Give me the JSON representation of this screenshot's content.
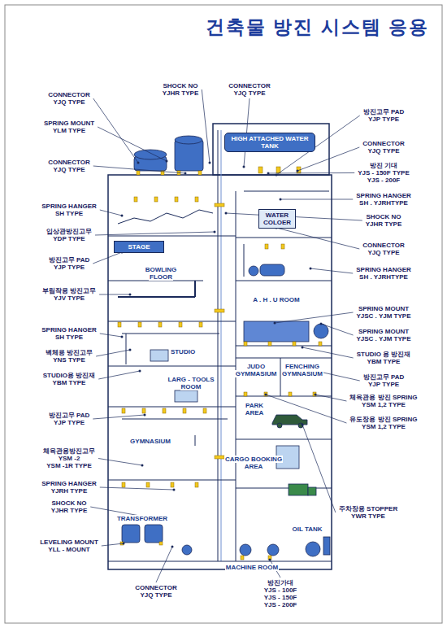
{
  "diagram": {
    "title": "건축물 방진  시스템 응용",
    "nodes": [
      {
        "text": [
          "HIGH ATTACHED WATER TANK"
        ]
      },
      {
        "text": [
          "WATER COLOER"
        ]
      },
      {
        "text": [
          "STAGE"
        ]
      }
    ],
    "labels": [
      "SHOCK NO",
      "YJHR TYPE",
      "CONNECTOR",
      "YJQ TYPE",
      "CONNECTOR",
      "YJQ TYPE",
      "SPRING MOUNT",
      "YLM TYPE",
      "CONNECTOR",
      "YJQ TYPE",
      "SPRING HANGER",
      "SH TYPE",
      "입상관방진고무",
      "YDP TYPE",
      "방진고무 PAD",
      "YJP TYPE",
      "부림작용 방진고무",
      "YJV TYPE",
      "SPRING HANGER",
      "SH TYPE",
      "벽체용 방진고무",
      "YNS TYPE",
      "STUDIO용 방진재",
      "YBM TYPE",
      "방진고무 PAD",
      "YJP TYPE",
      "체육관용방진고무",
      "YSM -2",
      "YSM -1R TYPE",
      "SPRING HANGER",
      "YJRH TYPE",
      "SHOCK NO",
      "YJHR TYPE",
      "LEVELING MOUNT",
      "YLL - MOUNT",
      "CONNECTOR",
      "YJQ TYPE",
      "방진가대",
      "YJS - 100F",
      "YJS - 150F",
      "YJS - 200F",
      "방진고무  PAD",
      "YJP TYPE",
      "CONNECTOR",
      "YJQ TYPE",
      "방진 기대",
      "YJS - 150F TYPE",
      "YJS - 200F",
      "SPRING HANGER",
      "SH . YJRHTYPE",
      "SHOCK NO",
      "YJHR TYPE",
      "CONNECTOR",
      "YJQ TYPE",
      "SPRING HANGER",
      "SH . YJRHTYPE",
      "SPRING MOUNT",
      "YJSC . YJM TYPE",
      "SPRING MOUNT",
      "YJSC . YJM TYPE",
      "STUDIO 용 방진재",
      "YBM TYPE",
      "방진고무 PAD",
      "YJP TYPE",
      "체육관용 방진 SPRING",
      "YSM 1,2 TYPE",
      "유도장용 방진 SPRING",
      "YSM 1,2 TYPE",
      "주차장용 STOPPER",
      "YWR TYPE",
      "BOWLING",
      "FLOOR",
      "A . H . U  ROOM",
      "STUDIO",
      "LARG - TOOLS",
      "ROOM",
      "JUDO",
      "GYMMASIUM",
      "FENCHING",
      "GYMNASIUM",
      "GYMNASIUM",
      "PARK",
      "AREA",
      "CARGO BOOKING",
      "AREA",
      "MACHINE ROOM",
      "OIL TANK",
      "TRANSFORMER"
    ]
  }
}
